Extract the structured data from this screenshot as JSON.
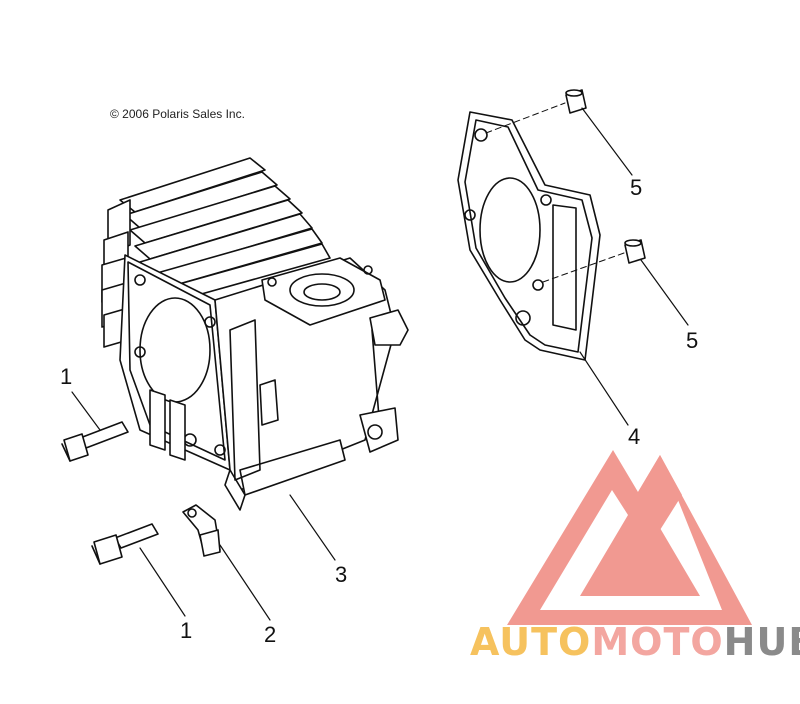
{
  "copyright": "© 2006 Polaris Sales Inc.",
  "callouts": {
    "bolt_upper": "1",
    "bolt_lower": "1",
    "clamp": "2",
    "cylinder": "3",
    "gasket": "4",
    "dowel_upper": "5",
    "dowel_lower": "5"
  },
  "logo": {
    "part1": "AUTO",
    "part2": "MOTO",
    "part3": "HUB",
    "colors": {
      "auto": "#f6c25e",
      "moto": "#f3a6a0",
      "hub": "#8a8a8a",
      "mark": "#f08f86"
    }
  }
}
